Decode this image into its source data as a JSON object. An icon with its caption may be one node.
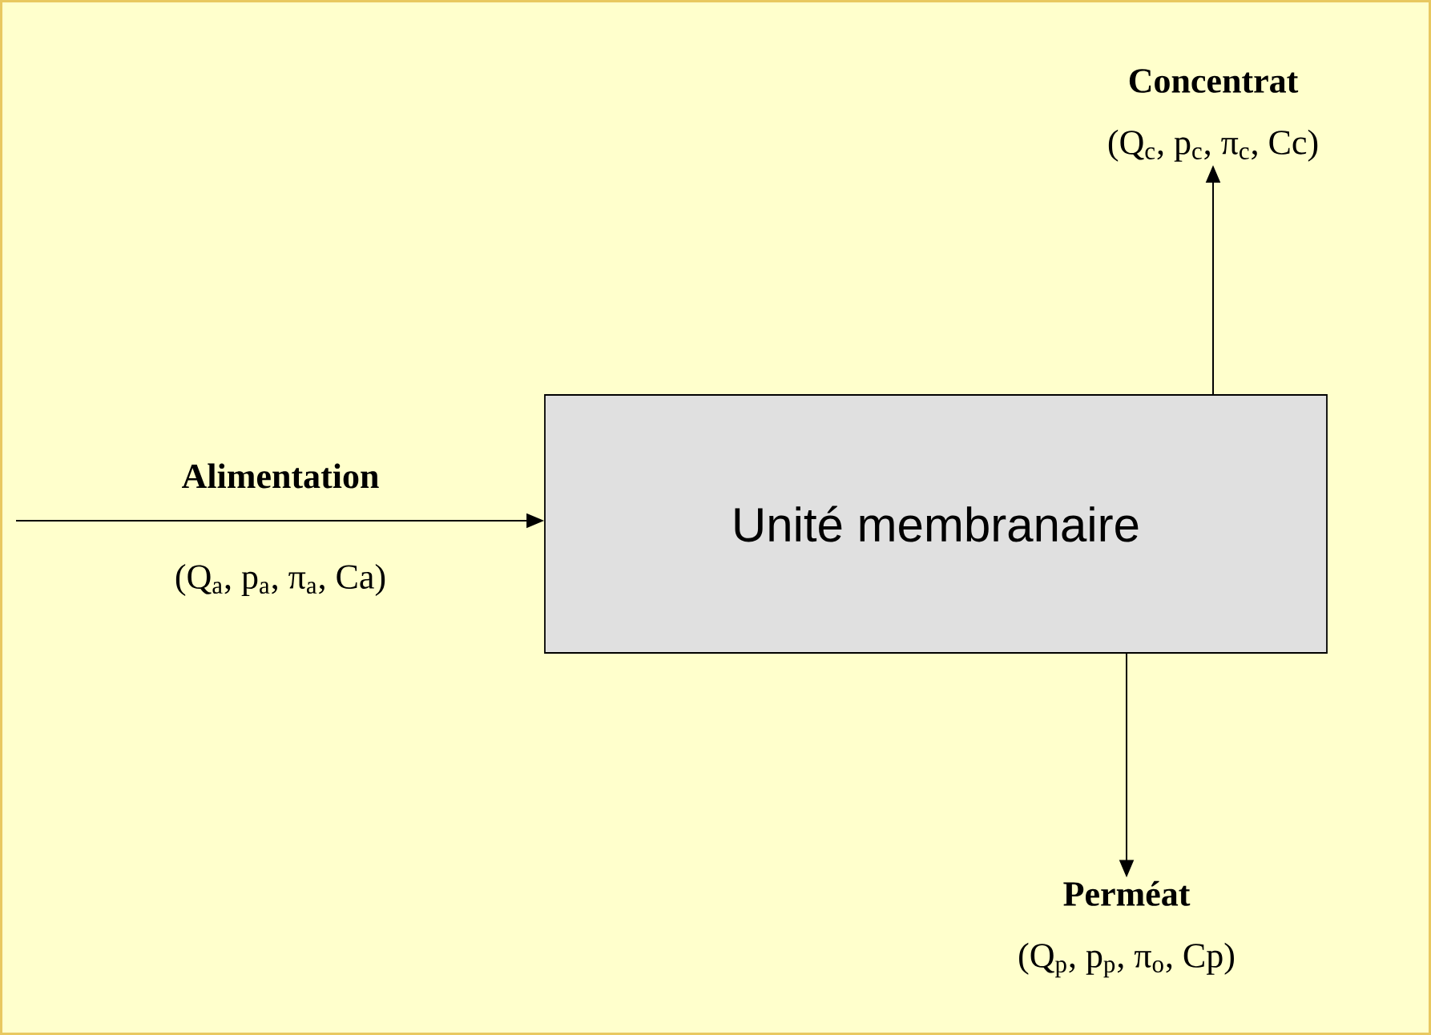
{
  "diagram": {
    "nodes": [
      {
        "text": [
          "Unité membranaire"
        ]
      },
      {
        "text": [
          "Concentrat",
          "(Q$_{c}$, p$_{c}$, π$_{c}$, Cc)"
        ]
      },
      {
        "text": [
          "Perméat",
          "(Q$_{p}$, p$_{p}$, π$_{o}$, Cp)"
        ]
      }
    ],
    "edges": [
      {
        "from": null,
        "to": 0,
        "arrow": "to",
        "label": "Alimentation"
      },
      {
        "from": 0,
        "to": 1,
        "arrow": "to"
      },
      {
        "from": 0,
        "to": 2,
        "arrow": "to"
      }
    ],
    "labels": [
      "(Q$_{a}$, p$_{a}$, π$_{a}$, Ca)"
    ]
  }
}
